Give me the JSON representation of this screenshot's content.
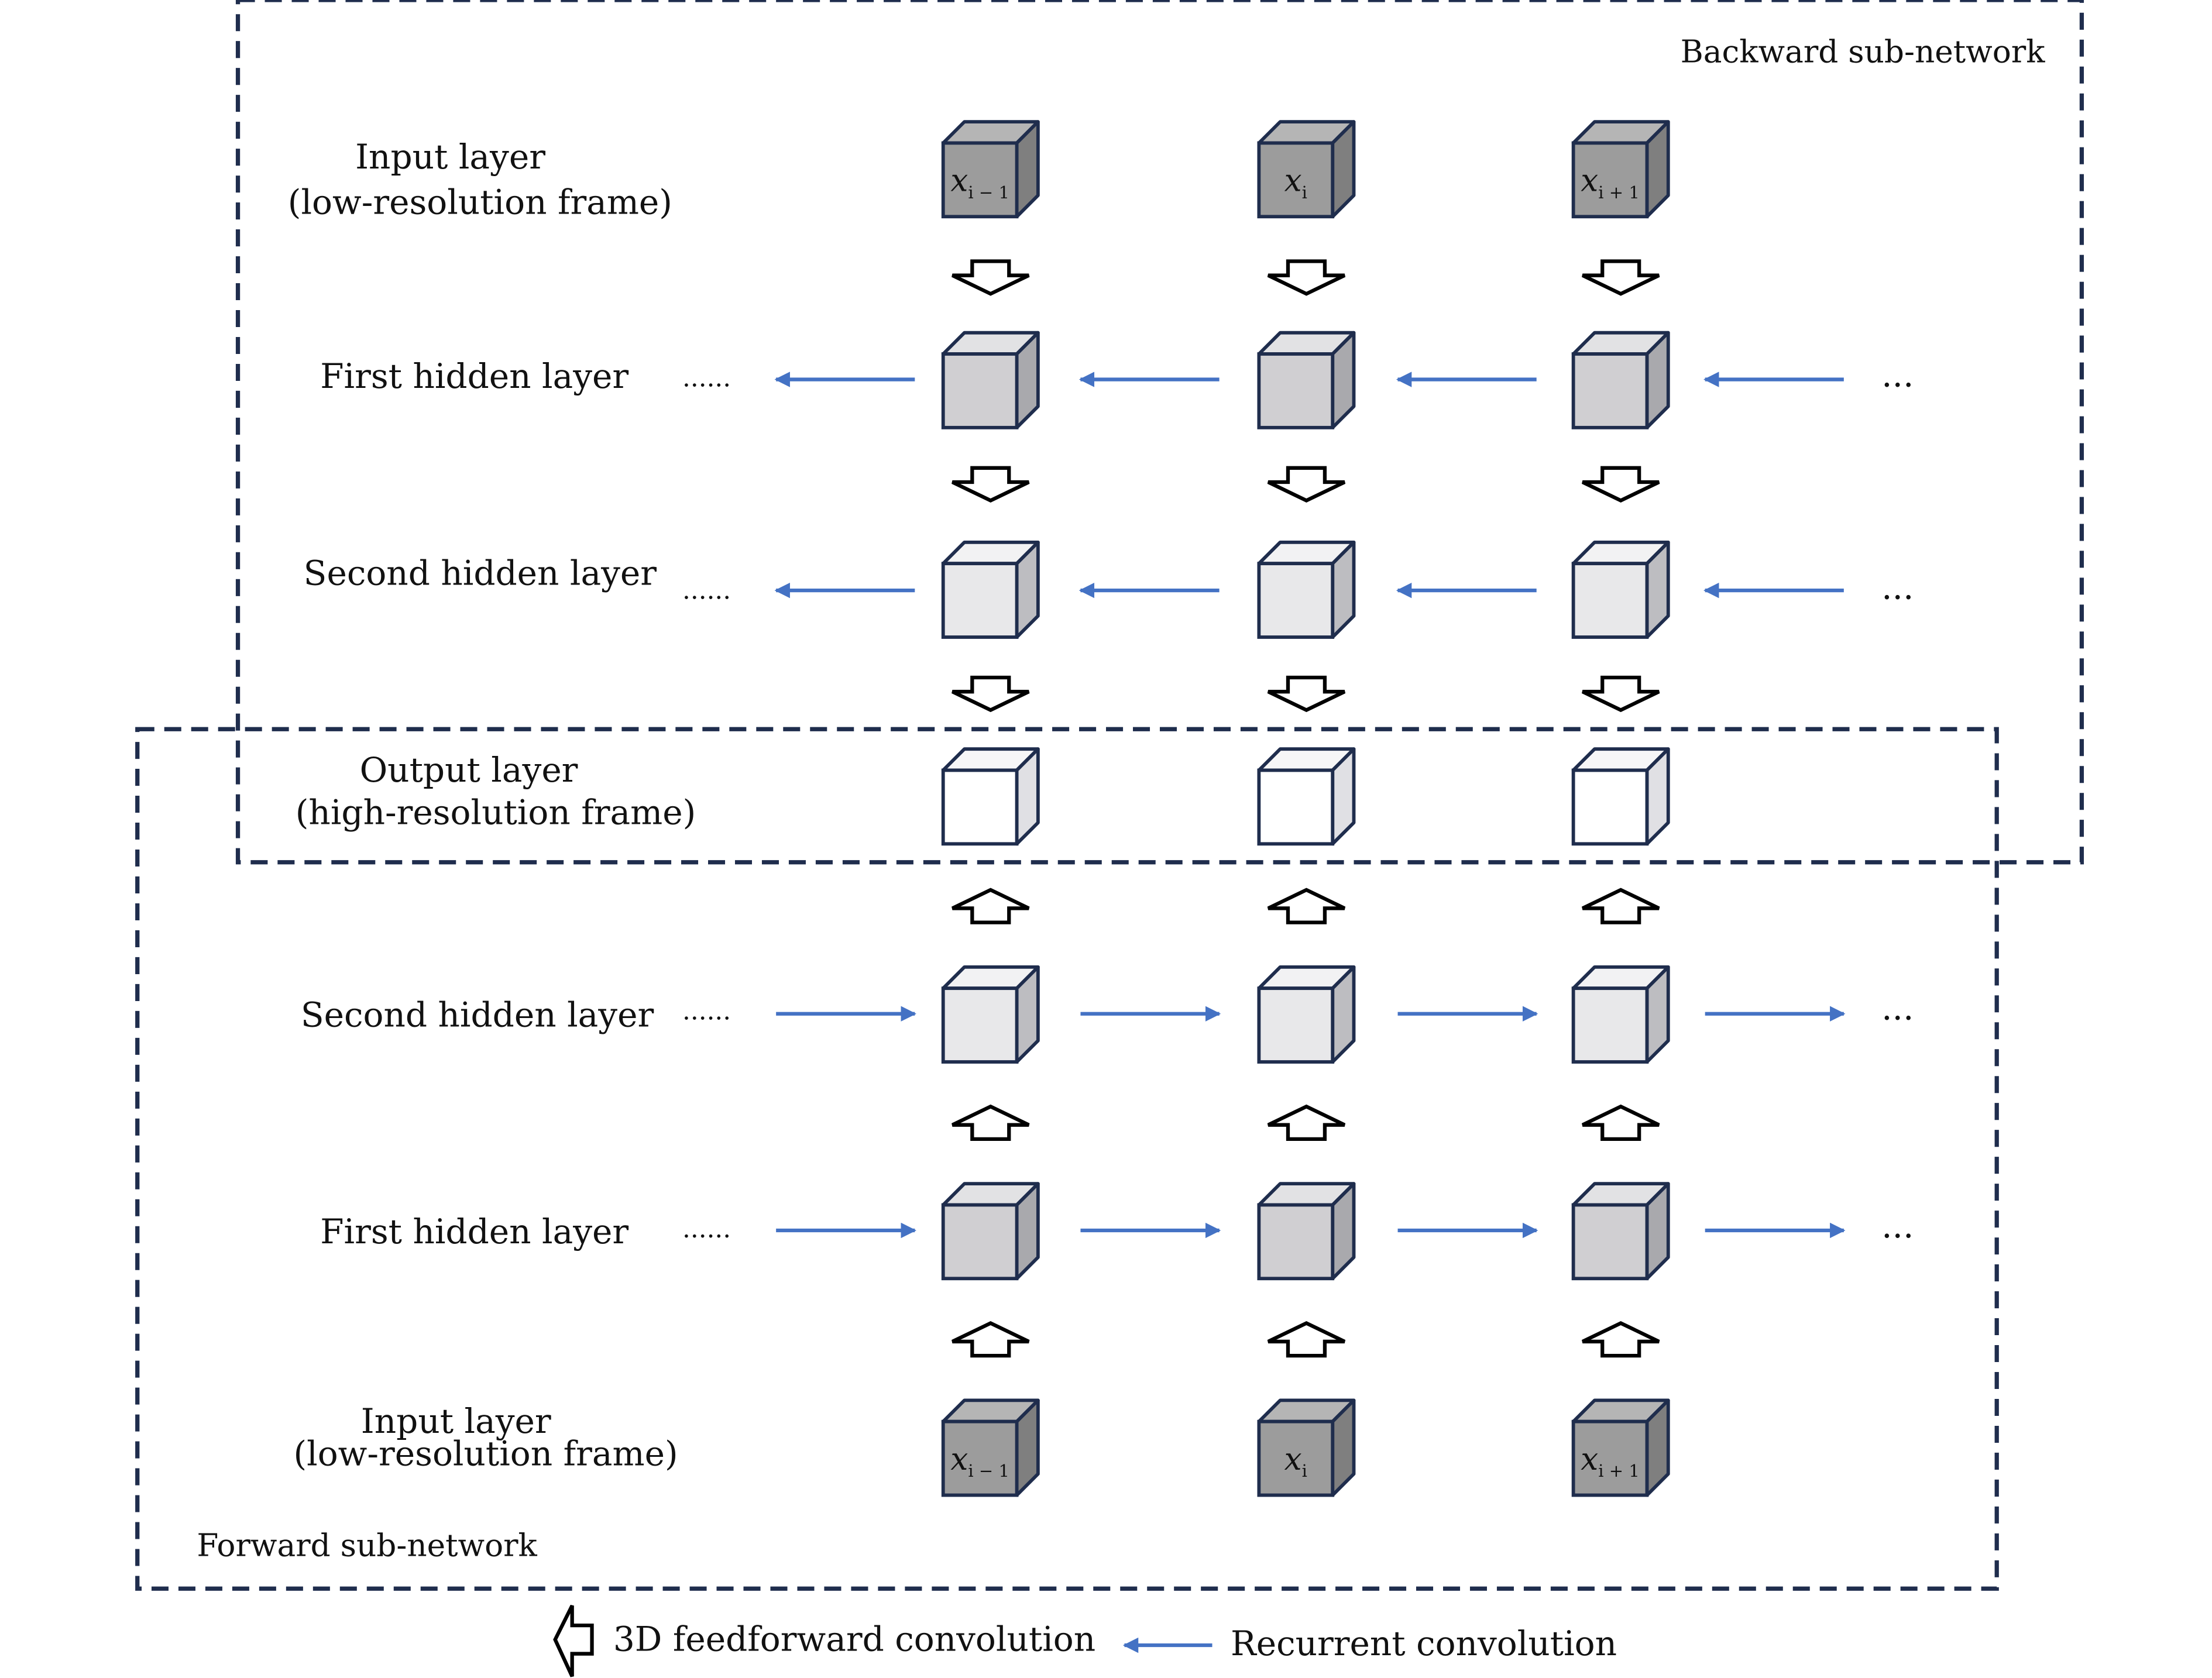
{
  "boxes": {
    "backward": {
      "label": "Backward sub-network"
    },
    "forward": {
      "label": "Forward sub-network"
    }
  },
  "backward_layers": {
    "input": {
      "line1": "Input layer",
      "line2": "(low-resolution frame)"
    },
    "first_hidden": "First hidden layer",
    "second_hidden": "Second hidden layer"
  },
  "output_layer": {
    "line1": "Output layer",
    "line2": "(high-resolution frame)"
  },
  "forward_layers": {
    "second_hidden": "Second hidden layer",
    "first_hidden": "First hidden layer",
    "input": {
      "line1": "Input layer",
      "line2": "(low-resolution frame)"
    }
  },
  "dots": {
    "left": "......",
    "right": "..."
  },
  "frames": [
    {
      "var": "x",
      "sub": "i − 1"
    },
    {
      "var": "x",
      "sub": "i"
    },
    {
      "var": "x",
      "sub": "i + 1"
    }
  ],
  "legend": {
    "feedforward": "3D feedforward convolution",
    "recurrent": "Recurrent convolution"
  },
  "colors": {
    "box_border": "#1f2d4d",
    "recurrent_arrow": "#4472c4",
    "cube_stroke": "#1f2d4d",
    "input_cube_front": "#9c9c9c",
    "input_cube_side": "#7f7f7f",
    "input_cube_top": "#b5b5b5",
    "hidden1_cube_front": "#d0cfd2",
    "hidden1_cube_side": "#a9a9ad",
    "hidden1_cube_top": "#e2e2e4",
    "hidden2_cube_front": "#e8e8ea",
    "hidden2_cube_side": "#bdbdc1",
    "hidden2_cube_top": "#f2f2f3",
    "output_cube_front": "#ffffff",
    "output_cube_side": "#e0e0e4",
    "output_cube_top": "#f6f6f7"
  }
}
